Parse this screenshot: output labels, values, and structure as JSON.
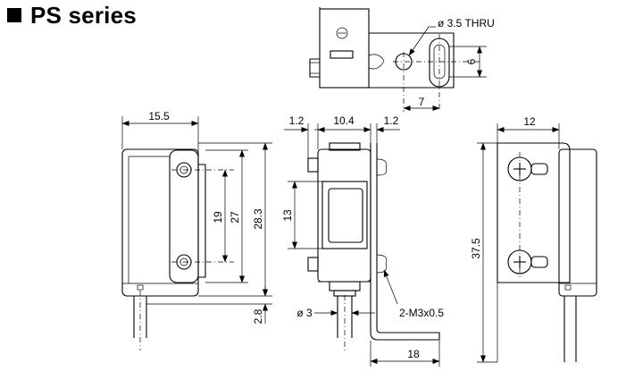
{
  "title": "PS series",
  "top_view": {
    "hole_label": "ø 3.5 THRU",
    "slot_height": "6",
    "hole_offset": "7"
  },
  "front_view": {
    "width": "15.5",
    "hole_pitch": "19",
    "slot_span": "27",
    "height": "28.3",
    "cable_offset": "2.8"
  },
  "side_view": {
    "left_margin": "1.2",
    "body_width": "10.4",
    "right_margin": "1.2",
    "window_height": "13",
    "cable_dia": "ø 3",
    "screw_label": "2-M3x0.5",
    "bracket_length": "18"
  },
  "back_view": {
    "depth": "12",
    "total_height": "37.5"
  }
}
